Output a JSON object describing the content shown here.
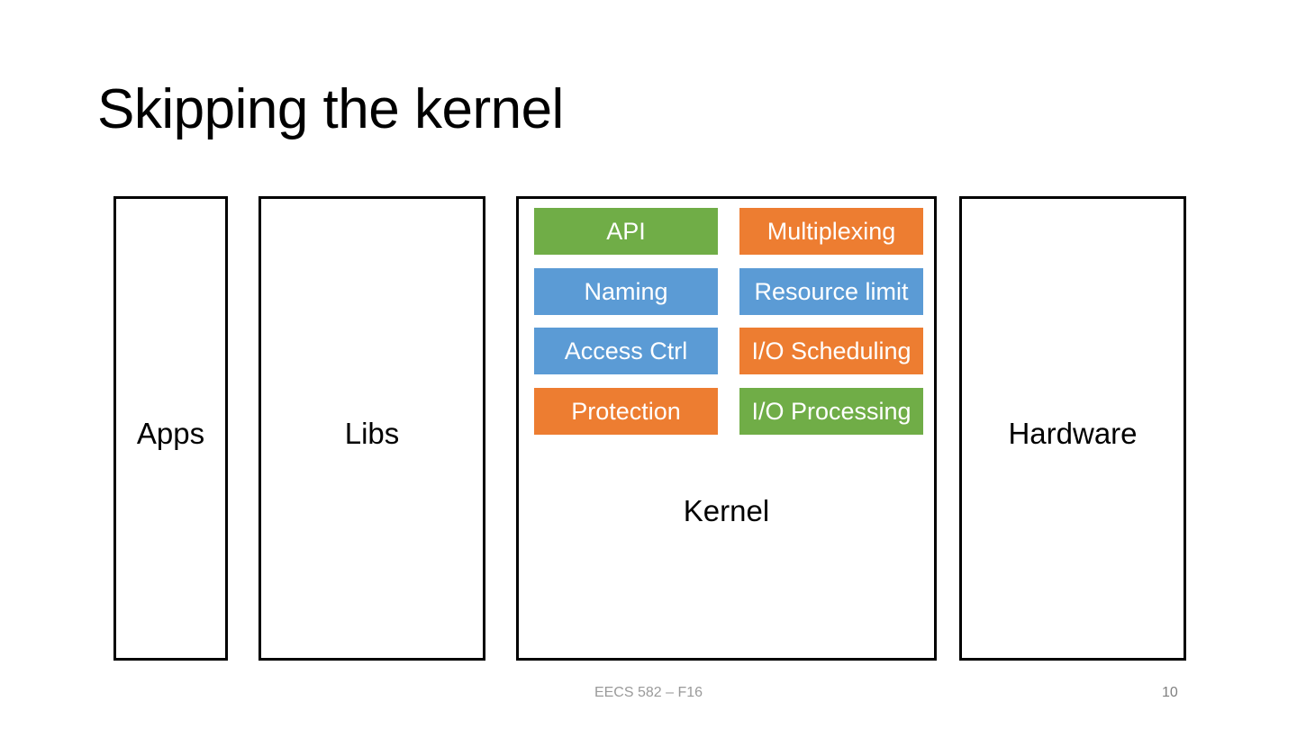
{
  "slide": {
    "title": "Skipping the kernel",
    "footer": "EECS 582 – F16",
    "page_number": "10"
  },
  "layers": {
    "apps": {
      "label": "Apps"
    },
    "libs": {
      "label": "Libs"
    },
    "kernel": {
      "label": "Kernel"
    },
    "hardware": {
      "label": "Hardware"
    }
  },
  "kernel_components": {
    "left_column": [
      {
        "label": "API",
        "color": "#70AD47"
      },
      {
        "label": "Naming",
        "color": "#5B9BD5"
      },
      {
        "label": "Access Ctrl",
        "color": "#5B9BD5"
      },
      {
        "label": "Protection",
        "color": "#ED7D31"
      }
    ],
    "right_column": [
      {
        "label": "Multiplexing",
        "color": "#ED7D31"
      },
      {
        "label": "Resource limit",
        "color": "#5B9BD5"
      },
      {
        "label": "I/O Scheduling",
        "color": "#ED7D31"
      },
      {
        "label": "I/O Processing",
        "color": "#70AD47"
      }
    ]
  },
  "colors": {
    "green": "#70AD47",
    "blue": "#5B9BD5",
    "orange": "#ED7D31",
    "outline": "#000000",
    "footer_gray": "#9a9a9a",
    "background": "#ffffff"
  }
}
